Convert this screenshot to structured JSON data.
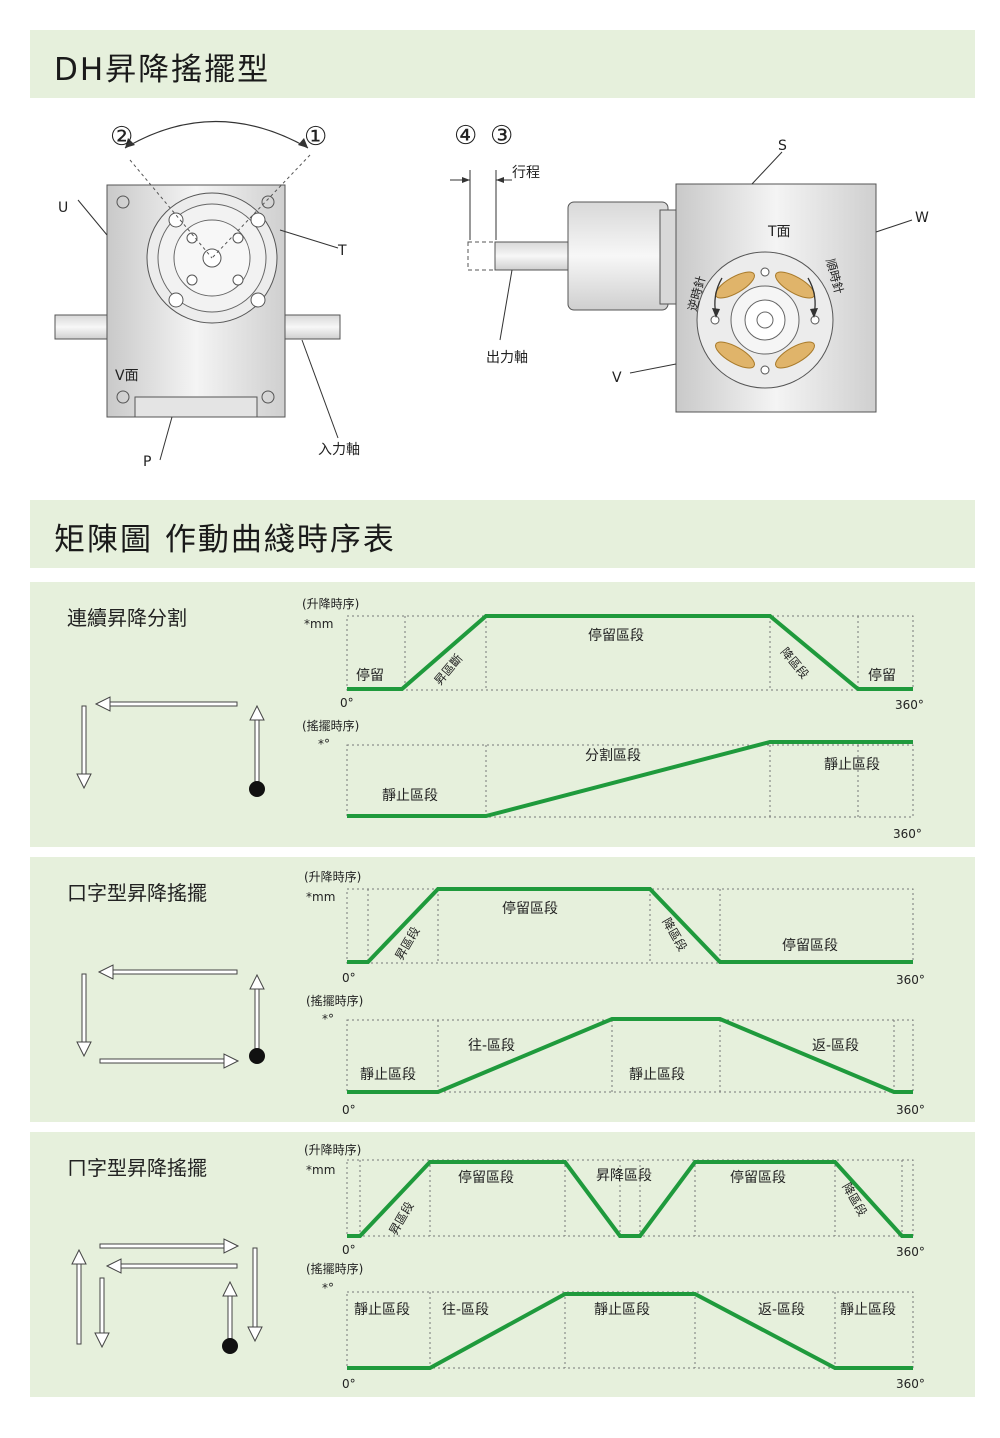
{
  "header": {
    "title": "DH昇降搖擺型"
  },
  "top_labels": {
    "circle2": "②",
    "circle1": "①",
    "circle4": "④",
    "circle3": "③",
    "U": "U",
    "T": "T",
    "V_face": "V面",
    "P": "P",
    "input_shaft": "入力軸",
    "stroke": "行程",
    "output_shaft": "出力軸",
    "S": "S",
    "W": "W",
    "T_face": "T面",
    "V": "V",
    "ccw": "逆時針",
    "cw": "順時針"
  },
  "matrix": {
    "title": "矩陳圖  作動曲綫時序表"
  },
  "sections": [
    {
      "title": "連續昇降分割",
      "lift": {
        "label": "(升降時序)",
        "unit": "*mm",
        "zero": "0°",
        "end": "360°",
        "segments": [
          "停留",
          "昇區斷",
          "停留區段",
          "降區段",
          "停留"
        ]
      },
      "swing": {
        "label": "(搖擺時序)",
        "unit": "*°",
        "end": "360°",
        "segments": [
          "靜止區段",
          "分割區段",
          "靜止區段"
        ]
      }
    },
    {
      "title": "口字型昇降搖擺",
      "lift": {
        "label": "(升降時序)",
        "unit": "*mm",
        "zero": "0°",
        "end": "360°",
        "segments": [
          "昇區段",
          "停留區段",
          "降區段",
          "停留區段"
        ]
      },
      "swing": {
        "label": "(搖擺時序)",
        "unit": "*°",
        "zero": "0°",
        "end": "360°",
        "segments": [
          "靜止區段",
          "往-區段",
          "靜止區段",
          "返-區段"
        ]
      }
    },
    {
      "title": "ㄇ字型昇降搖擺",
      "lift": {
        "label": "(升降時序)",
        "unit": "*mm",
        "zero": "0°",
        "end": "360°",
        "segments": [
          "昇區段",
          "停留區段",
          "昇降區段",
          "停留區段",
          "降區段"
        ]
      },
      "swing": {
        "label": "(搖擺時序)",
        "unit": "*°",
        "zero": "0°",
        "end": "360°",
        "segments": [
          "靜止區段",
          "往-區段",
          "靜止區段",
          "返-區段",
          "靜止區段"
        ]
      }
    }
  ],
  "colors": {
    "curve": "#1f9a3c",
    "band": "#e6f0dc",
    "arrow_head": "#dca33c"
  }
}
